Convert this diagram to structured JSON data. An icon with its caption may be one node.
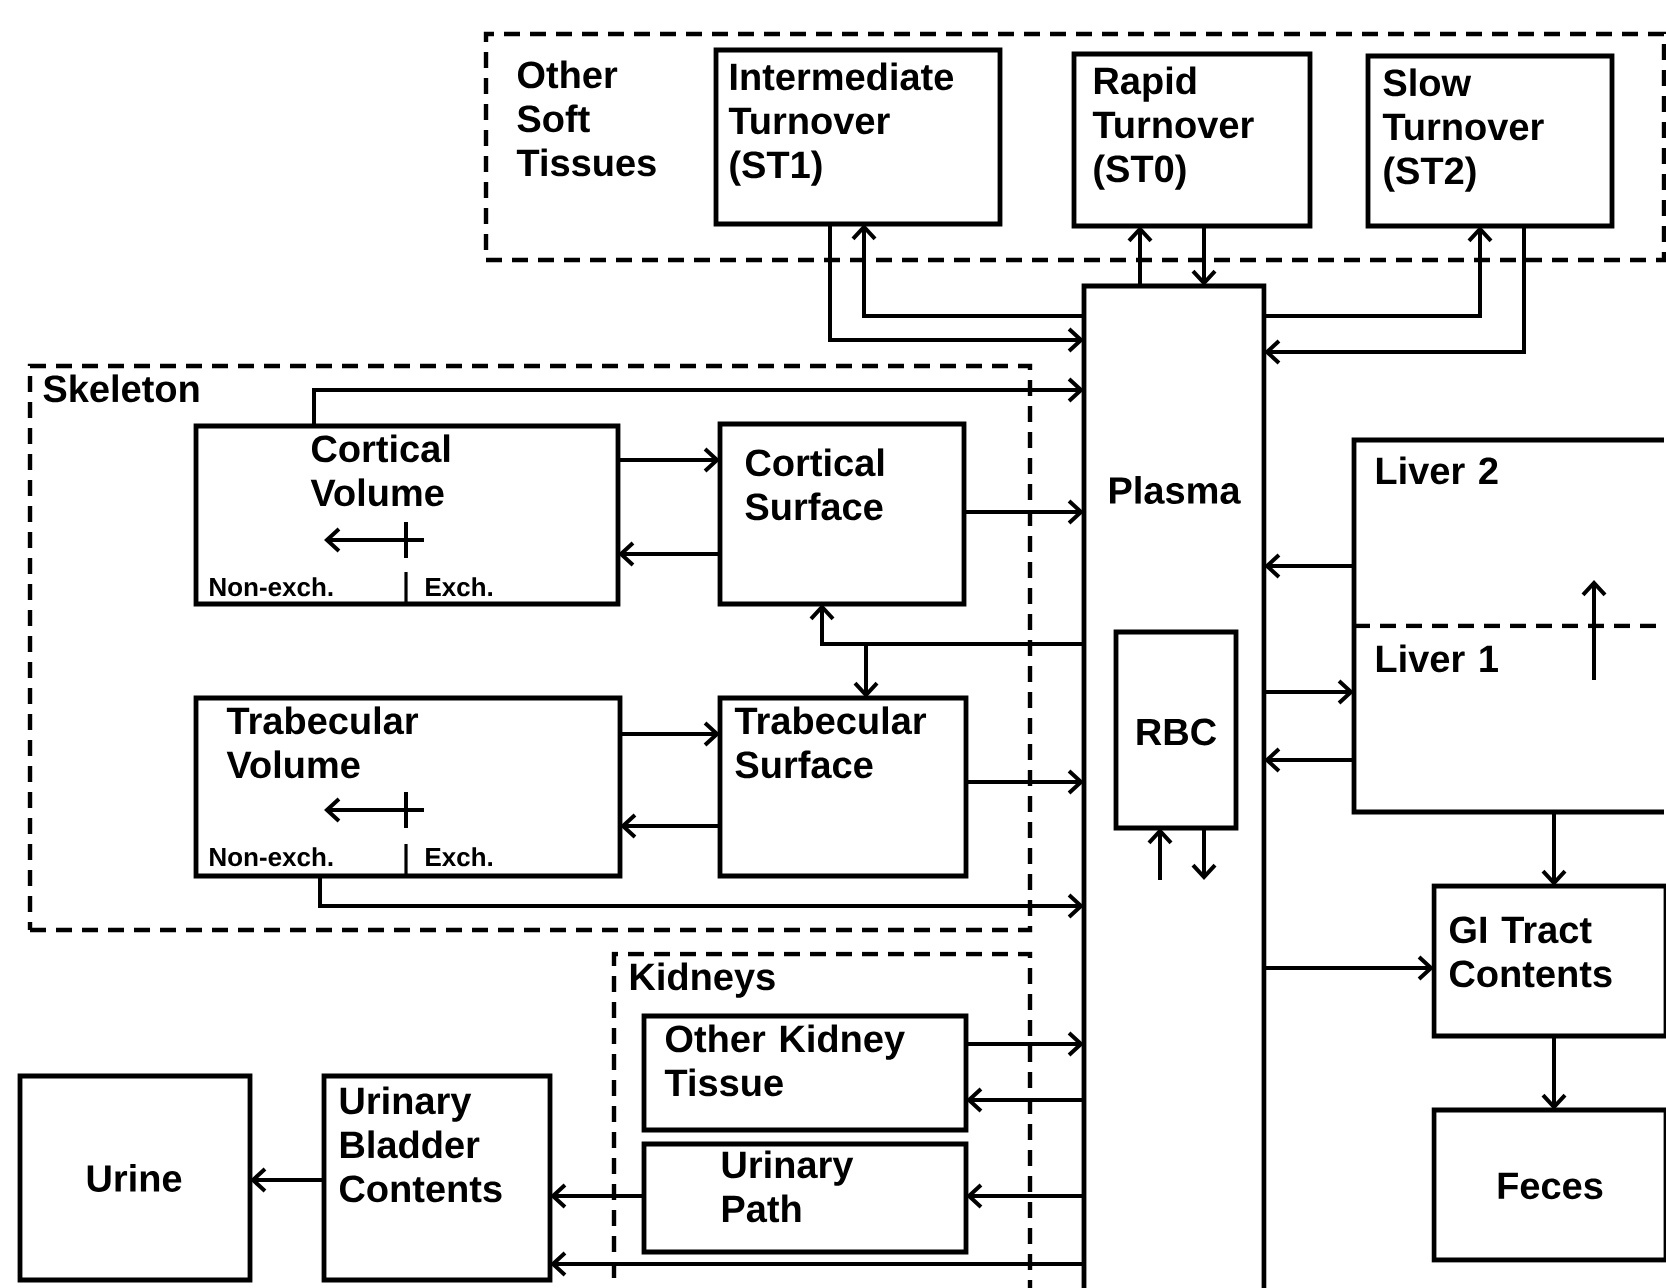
{
  "diagram": {
    "nodes": [
      {
        "text": [
          "Other Soft Tissues"
        ]
      },
      {
        "text": [
          "Intermediate Turnover (ST1)"
        ],
        "in": 0
      },
      {
        "text": [
          "Rapid Turnover (ST0)"
        ],
        "in": 0
      },
      {
        "text": [
          "Slow Turnover (ST2)"
        ],
        "in": 0
      },
      {
        "text": [
          "Skeleton"
        ]
      },
      {
        "text": [
          "Cortical Volume",
          "Non-exch.",
          "Exch."
        ],
        "in": 4
      },
      {
        "text": [
          "Cortical Surface"
        ],
        "in": 4
      },
      {
        "text": [
          "Trabecular Volume",
          "Non-exch.",
          "Exch."
        ],
        "in": 4
      },
      {
        "text": [
          "Trabecular Surface"
        ],
        "in": 4
      },
      {
        "text": [
          "Plasma"
        ]
      },
      {
        "text": [
          "RBC"
        ],
        "in": 9
      },
      {
        "text": [
          "Liver 2"
        ]
      },
      {
        "text": [
          "Liver 1"
        ]
      },
      {
        "text": [
          "GI Tract Contents"
        ]
      },
      {
        "text": [
          "Feces"
        ]
      },
      {
        "text": [
          "Kidneys"
        ]
      },
      {
        "text": [
          "Other Kidney Tissue"
        ],
        "in": 15
      },
      {
        "text": [
          "Urinary Path"
        ],
        "in": 15
      },
      {
        "text": [
          "Urinary Bladder Contents"
        ]
      },
      {
        "text": [
          "Urine"
        ]
      }
    ],
    "edges": [
      {
        "from": 1,
        "to": 9,
        "arrow": "to"
      },
      {
        "from": 9,
        "to": 1,
        "arrow": "to"
      },
      {
        "from": 9,
        "to": 2,
        "arrow": "to"
      },
      {
        "from": 2,
        "to": 9,
        "arrow": "to"
      },
      {
        "from": 9,
        "to": 3,
        "arrow": "to"
      },
      {
        "from": 3,
        "to": 9,
        "arrow": "to"
      },
      {
        "from": 5,
        "to": 9,
        "arrow": "to"
      },
      {
        "from": 5,
        "to": 6,
        "arrow": "to"
      },
      {
        "from": 6,
        "to": 5,
        "arrow": "to"
      },
      {
        "from": 6,
        "to": 9,
        "arrow": "to"
      },
      {
        "from": 9,
        "to": 6,
        "arrow": "to"
      },
      {
        "from": 9,
        "to": 8,
        "arrow": "to"
      },
      {
        "from": 7,
        "to": 8,
        "arrow": "to"
      },
      {
        "from": 8,
        "to": 7,
        "arrow": "to"
      },
      {
        "from": 8,
        "to": 9,
        "arrow": "to"
      },
      {
        "from": 7,
        "to": 9,
        "arrow": "to"
      },
      {
        "from": null,
        "to": 10,
        "arrow": "to"
      },
      {
        "from": 10,
        "to": null,
        "arrow": "to"
      },
      {
        "from": 11,
        "to": 9,
        "arrow": "to"
      },
      {
        "from": 9,
        "to": 12,
        "arrow": "to"
      },
      {
        "from": 12,
        "to": 9,
        "arrow": "to"
      },
      {
        "from": 12,
        "to": 11,
        "arrow": "to"
      },
      {
        "from": 12,
        "to": 13,
        "arrow": "to"
      },
      {
        "from": 9,
        "to": 13,
        "arrow": "to"
      },
      {
        "from": 13,
        "to": 14,
        "arrow": "to"
      },
      {
        "from": 16,
        "to": 9,
        "arrow": "to"
      },
      {
        "from": 9,
        "to": 16,
        "arrow": "to"
      },
      {
        "from": 9,
        "to": 17,
        "arrow": "to"
      },
      {
        "from": 17,
        "to": 18,
        "arrow": "to"
      },
      {
        "from": 9,
        "to": 18,
        "arrow": "to"
      },
      {
        "from": 18,
        "to": 19,
        "arrow": "to"
      }
    ]
  }
}
